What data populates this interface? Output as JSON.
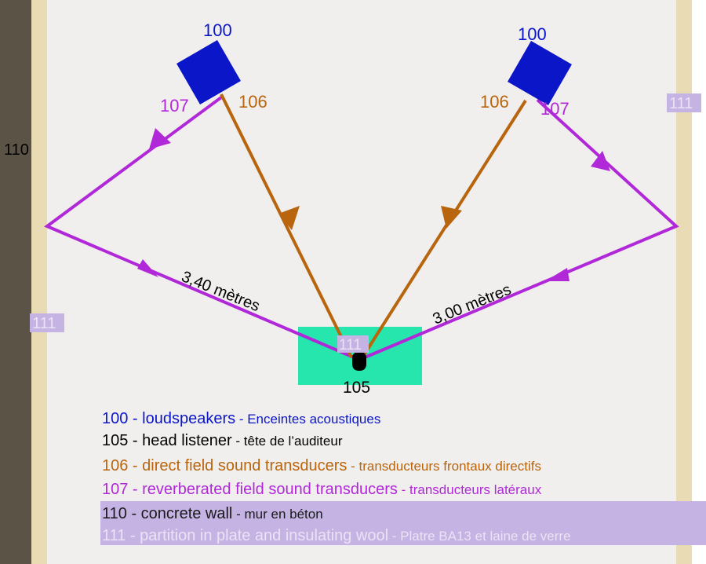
{
  "colors": {
    "wall_concrete": "#5b5346",
    "wall_partition": "#e9dcb4",
    "floor": "#f1efee",
    "speaker": "#0b16c9",
    "direct": "#b8650e",
    "reverb": "#b028d8",
    "listener_zone": "#26e6ad",
    "label_box": "#c5b3e3",
    "partition_text": "#ebe3f5"
  },
  "labels": {
    "speaker_left": "100",
    "speaker_right": "100",
    "direct_left": "106",
    "direct_right": "106",
    "reverb_left": "107",
    "reverb_right": "107",
    "wall": "110",
    "partition_right": "111",
    "partition_left": "111",
    "partition_center": "111",
    "listener": "105",
    "distance_left": "3,40 mètres",
    "distance_right": "3,00 mètres"
  },
  "legend": [
    {
      "en": "100 - loudspeakers",
      "fr": " - Enceintes acoustiques",
      "color": "#0b16c9",
      "fr_color": "#0b16c9"
    },
    {
      "en": "105 - head listener",
      "fr": " - tête de l’auditeur",
      "color": "#000000",
      "fr_color": "#000000"
    },
    {
      "en": "106 - direct field sound transducers",
      "fr": " - transducteurs frontaux directifs",
      "color": "#b8650e",
      "fr_color": "#b8650e"
    },
    {
      "en": "107 - reverberated field sound transducers",
      "fr": " - transducteurs latéraux",
      "color": "#b028d8",
      "fr_color": "#b028d8"
    },
    {
      "en": "110 - concrete wall",
      "fr": " - mur en béton",
      "color": "#1a1a1a",
      "fr_color": "#1a1a1a"
    },
    {
      "en": "111 - partition in plate and insulating wool",
      "fr": " - Platre BA13 et laine de verre",
      "color": "#ebe3f5",
      "fr_color": "#ebe3f5"
    }
  ]
}
